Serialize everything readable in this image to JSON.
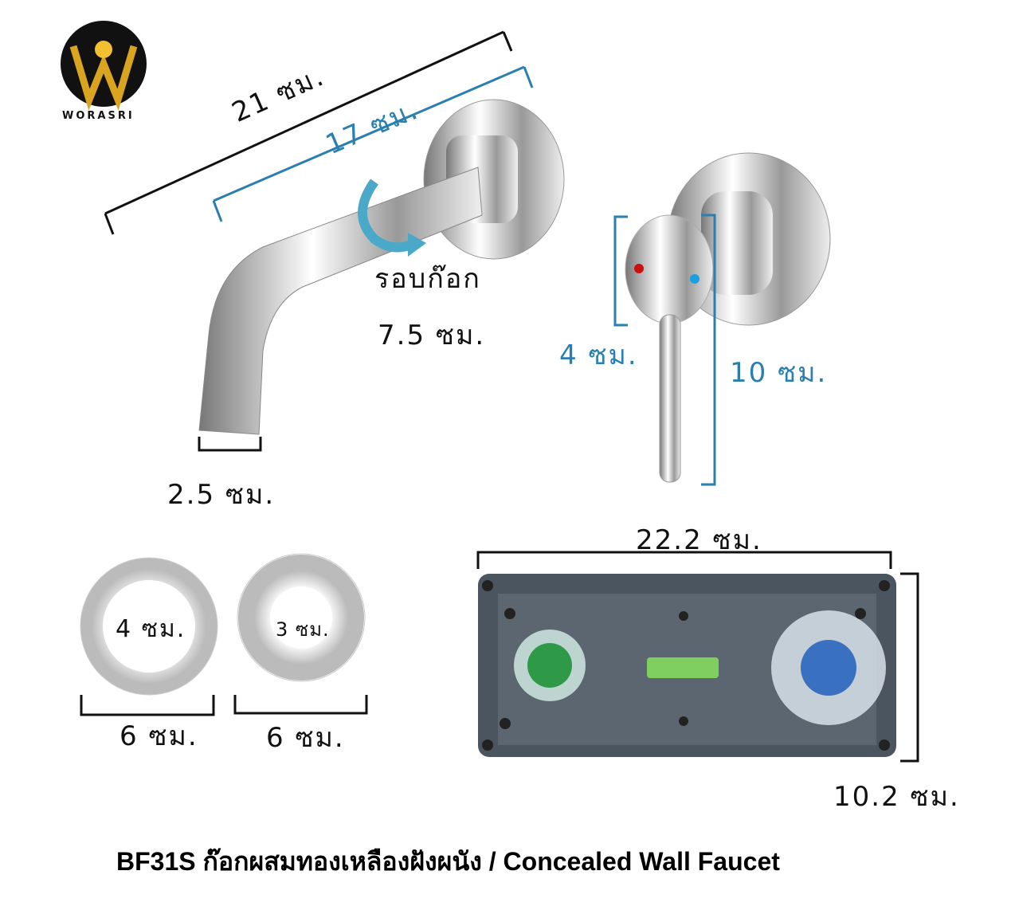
{
  "brand": {
    "logo_text": "WORASRI",
    "logo_letter": "W",
    "colors": {
      "gold": "#d9a520",
      "black": "#111111"
    }
  },
  "dimensions": {
    "spout_total": "21 ซม.",
    "spout_length": "17 ซม.",
    "rotation_label": "รอบก๊อก",
    "rotation_value": "7.5 ซม.",
    "spout_outlet": "2.5 ซม.",
    "handle_diameter": "4 ซม.",
    "handle_height": "10 ซม.",
    "ring1_inner": "4 ซม.",
    "ring1_outer": "6 ซม.",
    "ring2_inner": "3 ซม.",
    "ring2_outer": "6 ซม.",
    "box_width": "22.2 ซม.",
    "box_height": "10.2 ซม."
  },
  "title": "BF31S ก๊อกผสมทองเหลืองฝังผนัง  / Concealed Wall Faucet",
  "colors": {
    "accent_blue": "#2a7fb0",
    "hot": "#cc1010",
    "cold": "#1aa0e0",
    "box": "#4a5560"
  }
}
